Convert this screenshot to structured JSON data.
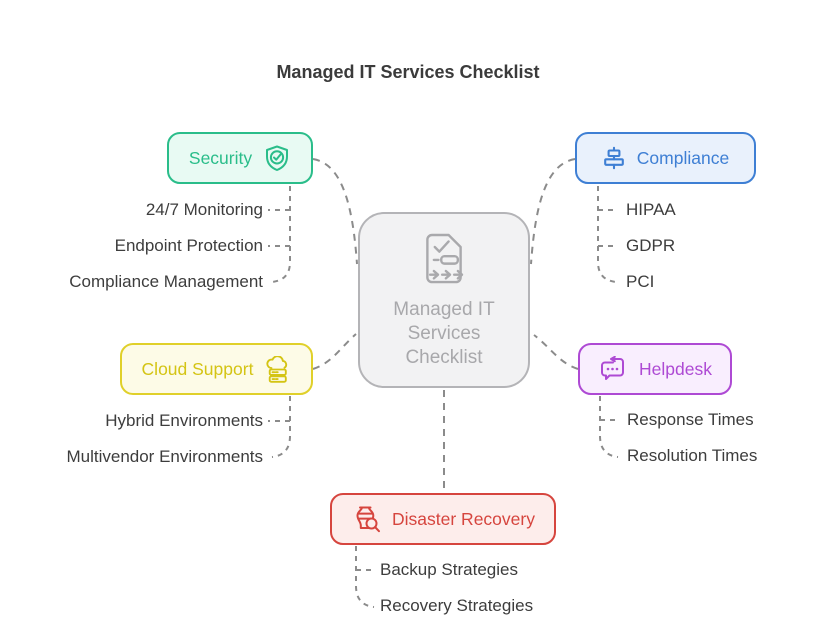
{
  "title": "Managed IT Services Checklist",
  "connector_color": "#8b8b8b",
  "item_text_color": "#3d3d3d",
  "center_node": {
    "lines": [
      "Managed IT",
      "Services",
      "Checklist"
    ],
    "icon": "checklist-document-icon",
    "border_color": "#b4b4b7",
    "bg": "#f2f2f3",
    "text_color": "#a8a8ab"
  },
  "branches": [
    {
      "label": "Security",
      "icon": "shield-check-icon",
      "icon_side": "right",
      "color": "#2abd8a",
      "border_color": "#2abd8a",
      "bg": "#e8faf3",
      "children": [
        "24/7 Monitoring",
        "Endpoint Protection",
        "Compliance Management"
      ]
    },
    {
      "label": "Compliance",
      "icon": "align-center-icon",
      "icon_side": "left",
      "color": "#3e7fd4",
      "border_color": "#3e7fd4",
      "bg": "#e9f1fc",
      "children": [
        "HIPAA",
        "GDPR",
        "PCI"
      ]
    },
    {
      "label": "Cloud Support",
      "icon": "cloud-server-icon",
      "icon_side": "right",
      "color": "#d4c414",
      "border_color": "#e0d02a",
      "bg": "#fdfbe7",
      "children": [
        "Hybrid Environments",
        "Multivendor Environments"
      ]
    },
    {
      "label": "Helpdesk",
      "icon": "chat-reply-icon",
      "icon_side": "left",
      "color": "#ae4ad4",
      "border_color": "#ae4ad4",
      "bg": "#f9eefe",
      "children": [
        "Response Times",
        "Resolution Times"
      ]
    },
    {
      "label": "Disaster Recovery",
      "icon": "vase-search-icon",
      "icon_side": "left",
      "color": "#d6453e",
      "border_color": "#d6453e",
      "bg": "#fdedeb",
      "children": [
        "Backup Strategies",
        "Recovery Strategies"
      ]
    }
  ]
}
